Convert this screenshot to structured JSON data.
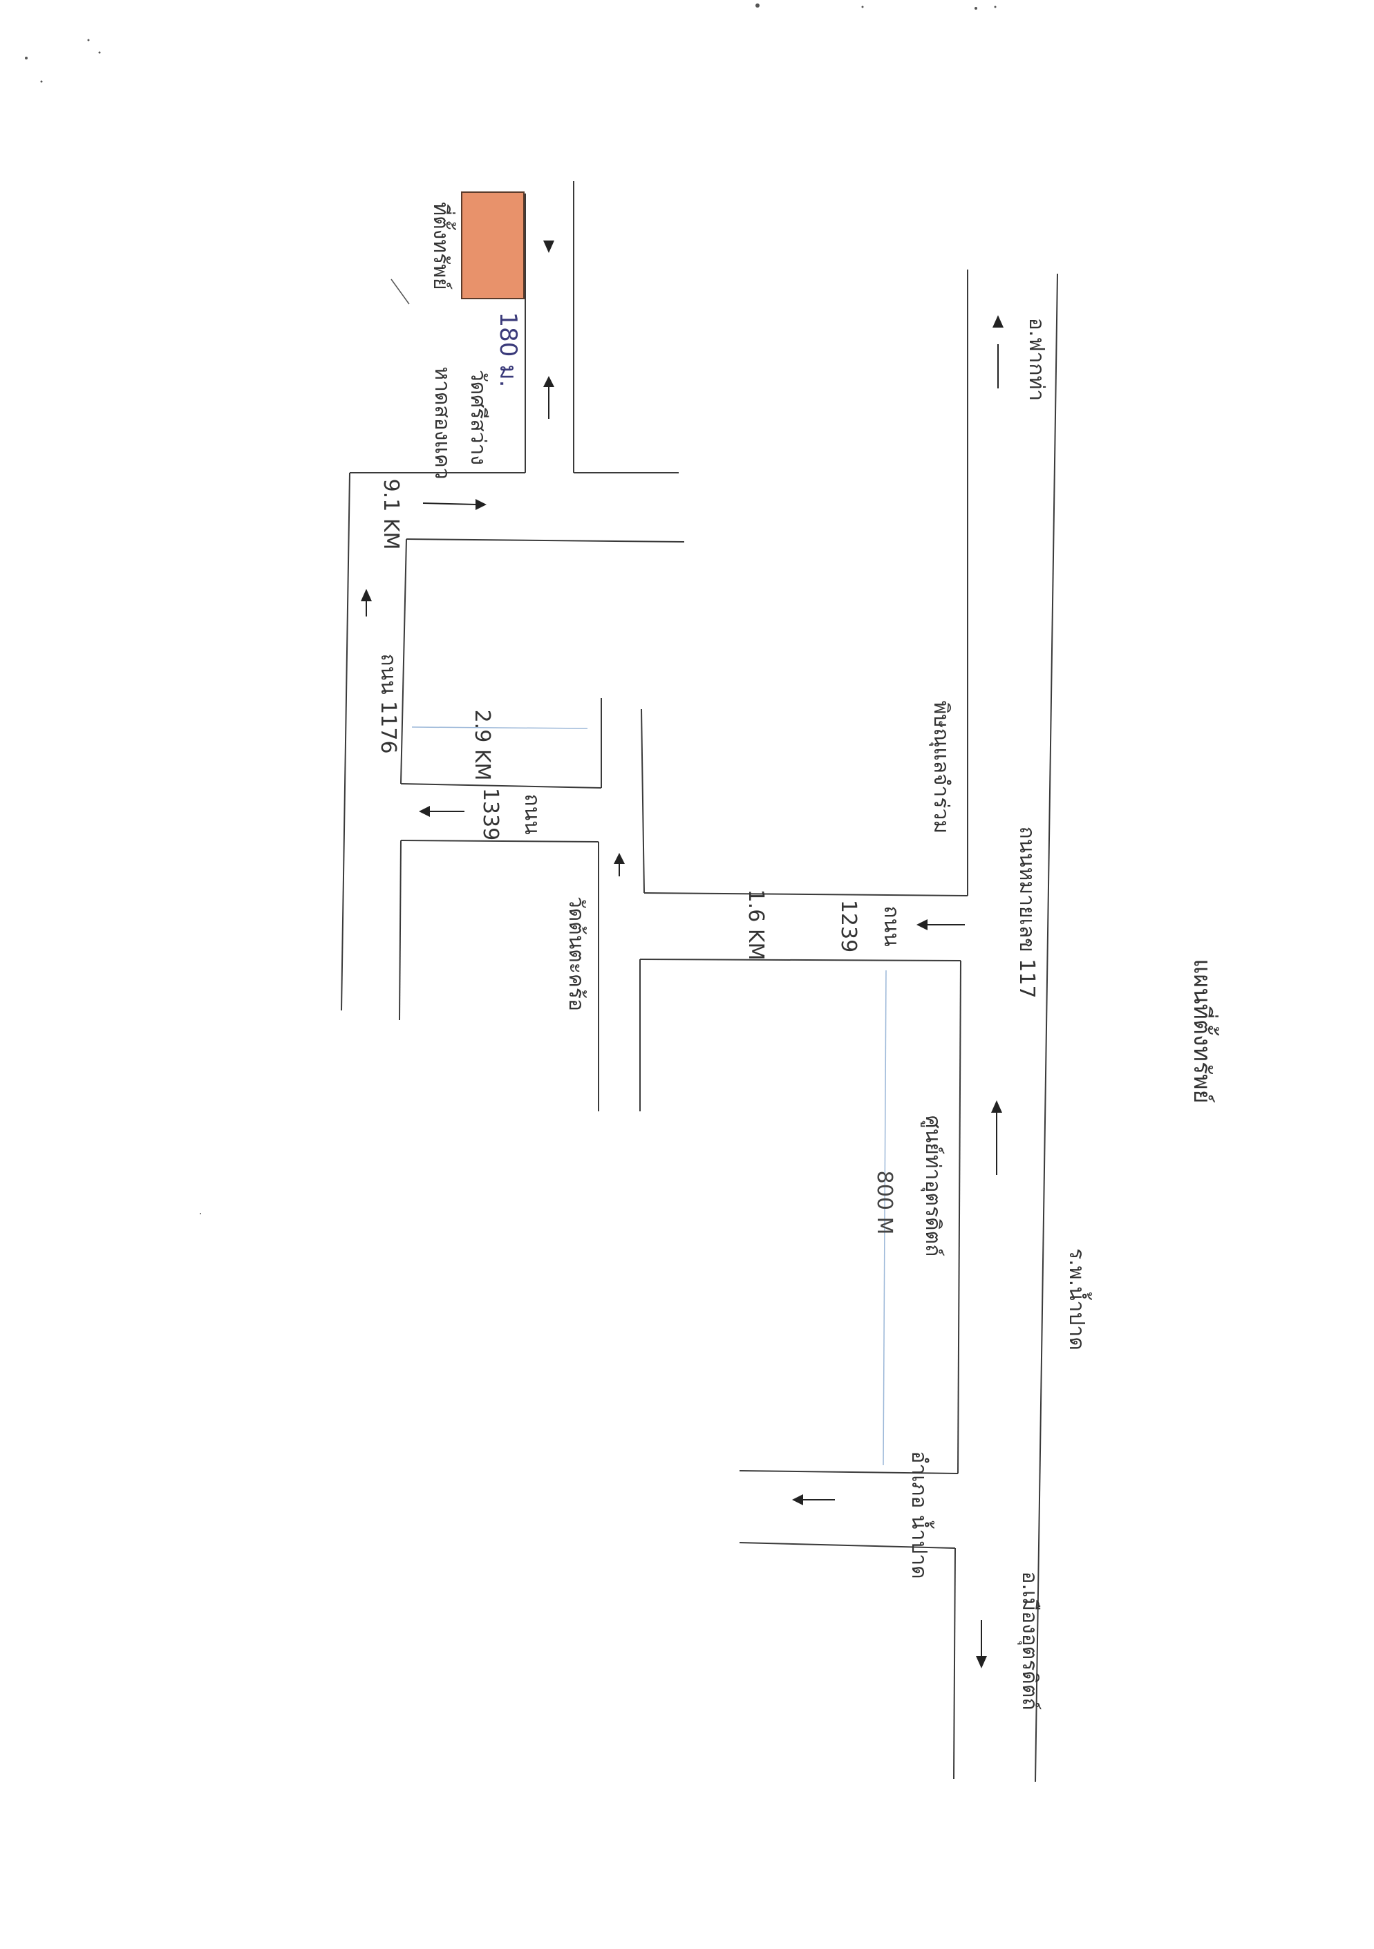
{
  "title": "แผนที่ตั้งทรัพย์",
  "property": {
    "label": "ที่ตั้งทรัพย์",
    "color": "#e8926b",
    "border": "#5a3a2a"
  },
  "distances": {
    "to_property": "180 ม.",
    "road_1176": "9.1 KM",
    "road_1339": "2.9 KM",
    "road_1239": "1.6 KM",
    "to_amphoe": "800 M"
  },
  "places": {
    "wat_si_sawang": "วัดศรีสว่าง",
    "wat_si_sawang_area": "หาดสองแคว",
    "wat_ton_khanun": "วัดต้นตะคร้อ",
    "fa_tha": "อ.ฟากท่า",
    "lab_lae_junction": "พิษณุแลจำร่วม",
    "muang_uttaradit": "อ.เมืองอุตรดิตถ์",
    "nam_pat_hospital": "ร.พ.น้ำปาด",
    "amphoe_nam_pat": "อำเภอ น้ำปาด",
    "police_station": "ศูนย์ท่าอุตรดิตถ์"
  },
  "roads": {
    "road_1176": "ถนน 1176",
    "road_1339_a": "ถนน",
    "road_1339_b": "1339",
    "road_1239_a": "ถนน",
    "road_1239_b": "1239",
    "highway_117": "ถนนหมายเลข 117"
  }
}
